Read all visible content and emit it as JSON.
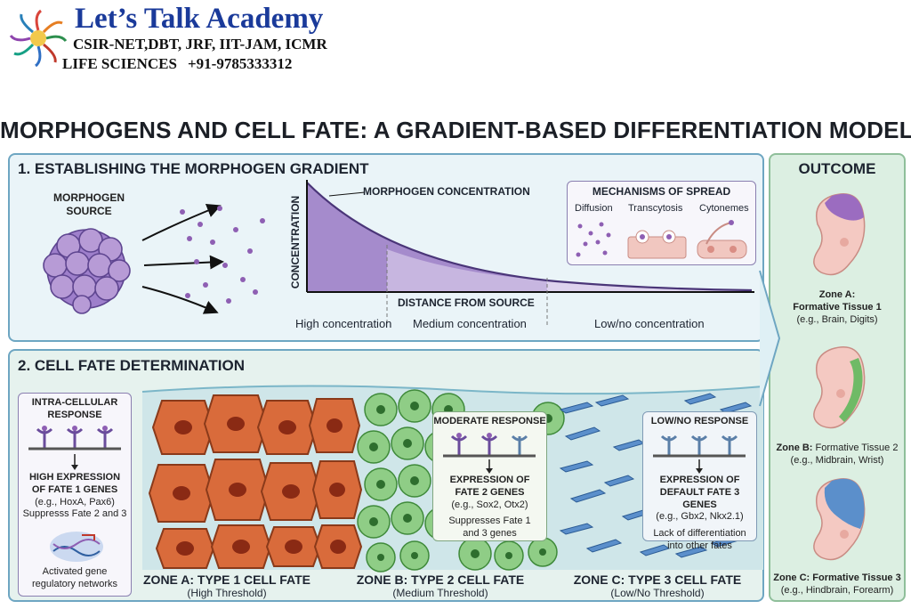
{
  "brand": {
    "name": "Let’s Talk Academy",
    "exams": "CSIR-NET,DBT, JRF, IIT-JAM, ICMR",
    "subject": "LIFE SCIENCES",
    "phone": "+91-9785333312"
  },
  "title": "MORPHOGENS AND CELL FATE: A GRADIENT-BASED DIFFERENTIATION MODEL",
  "section1": {
    "heading": "1. ESTABLISHING THE MORPHOGEN GRADIENT",
    "source_label_1": "MORPHOGEN",
    "source_label_2": "SOURCE",
    "curve_label": "MORPHOGEN CONCENTRATION",
    "y_axis_label": "CONCENTRATION",
    "x_axis_label": "DISTANCE FROM SOURCE",
    "bands": [
      "High concentration",
      "Medium concentration",
      "Low/no concentration"
    ],
    "mechanisms": {
      "heading": "MECHANISMS OF SPREAD",
      "items": [
        "Diffusion",
        "Transcytosis",
        "Cytonemes"
      ]
    }
  },
  "section2": {
    "heading": "2. CELL FATE DETERMINATION",
    "intra": {
      "heading_1": "INTRA-CELLULAR",
      "heading_2": "RESPONSE",
      "expr_1": "HIGH EXPRESSION",
      "expr_2": "OF FATE 1 GENES",
      "genes": "(e.g., HoxA, Pax6)",
      "suppress": "Suppresss Fate 2 and 3",
      "network_1": "Activated gene",
      "network_2": "regulatory networks"
    },
    "moderate": {
      "heading": "MODERATE RESPONSE",
      "expr_1": "EXPRESSION OF",
      "expr_2": "FATE 2 GENES",
      "genes": "(e.g., Sox2, Otx2)",
      "suppress_1": "Suppresses Fate 1",
      "suppress_2": "and 3 genes"
    },
    "low": {
      "heading": "LOW/NO RESPONSE",
      "expr_1": "EXPRESSION OF",
      "expr_2": "DEFAULT FATE 3 GENES",
      "genes": "(e.g., Gbx2, Nkx2.1)",
      "note_1": "Lack of differentiation",
      "note_2": "into other fates"
    },
    "zones": [
      {
        "caption": "ZONE A: TYPE 1 CELL FATE",
        "threshold": "(High Threshold)"
      },
      {
        "caption": "ZONE B: TYPE 2 CELL FATE",
        "threshold": "(Medium Threshold)"
      },
      {
        "caption": "ZONE C: TYPE 3 CELL FATE",
        "threshold": "(Low/No Threshold)"
      }
    ]
  },
  "outcome": {
    "heading": "OUTCOME",
    "a": {
      "zone": "Zone A:",
      "tissue": "Formative Tissue 1",
      "example": "(e.g., Brain, Digits)"
    },
    "b": {
      "zone": "Zone B:",
      "tissue": "Formative Tissue 2",
      "example": "(e.g., Midbrain, Wrist)"
    },
    "c": {
      "zone": "Zone C: Formative Tissue 3",
      "example": "(e.g., Hindbrain, Forearm)"
    }
  },
  "colors": {
    "purple": "#8b6bb8",
    "orange": "#d2693a",
    "green": "#7bbd72",
    "blue": "#4f86c2"
  }
}
